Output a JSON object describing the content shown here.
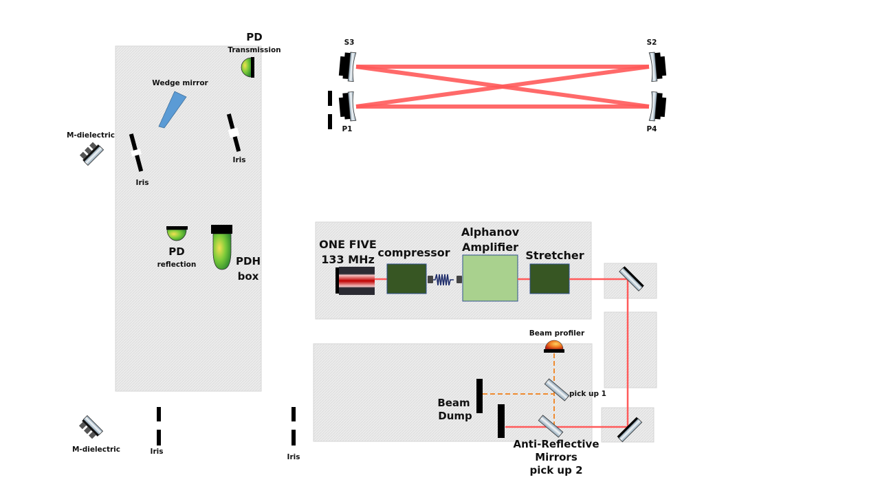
{
  "diagram": {
    "colors": {
      "laser_beam": "#ff5a5a",
      "pickup_beam": "#ef8a2e",
      "panel_fill": "#e9e9e9",
      "panel_border": "#d6d6d6",
      "module_dark_green": "#375623",
      "amplifier_green": "#a9d18e",
      "module_border": "#2f4f8f",
      "wedge_blue": "#5b9bd5"
    },
    "cavity": {
      "mirrors": [
        {
          "id": "S3",
          "label": "S3"
        },
        {
          "id": "S2",
          "label": "S2"
        },
        {
          "id": "P1",
          "label": "P1"
        },
        {
          "id": "P4",
          "label": "P4"
        }
      ]
    },
    "left_panel": {
      "pd_transmission_title": "PD",
      "pd_transmission_sub": "Transmission",
      "wedge_mirror": "Wedge mirror",
      "m_dielectric_top": "M-dielectric",
      "iris_left": "Iris",
      "iris_right": "Iris",
      "pd_reflection_title": "PD",
      "pd_reflection_sub": "reflection",
      "pdh_box_line1": "PDH",
      "pdh_box_line2": "box"
    },
    "bottom_left": {
      "m_dielectric_bottom": "M-dielectric",
      "iris_1": "Iris",
      "iris_2": "Iris"
    },
    "laser_chain": {
      "source_line1": "ONE FIVE",
      "source_line2": "133 MHz",
      "compressor": "compressor",
      "amplifier_line1": "Alphanov",
      "amplifier_line2": "Amplifier",
      "stretcher": "Stretcher"
    },
    "pickup_section": {
      "beam_profiler": "Beam profiler",
      "pick_up_1": "pick up 1",
      "beam_dump_line1": "Beam",
      "beam_dump_line2": "Dump",
      "ar_mirrors_line1": "Anti-Reflective",
      "ar_mirrors_line2": "Mirrors",
      "ar_mirrors_line3": "pick up 2"
    }
  }
}
